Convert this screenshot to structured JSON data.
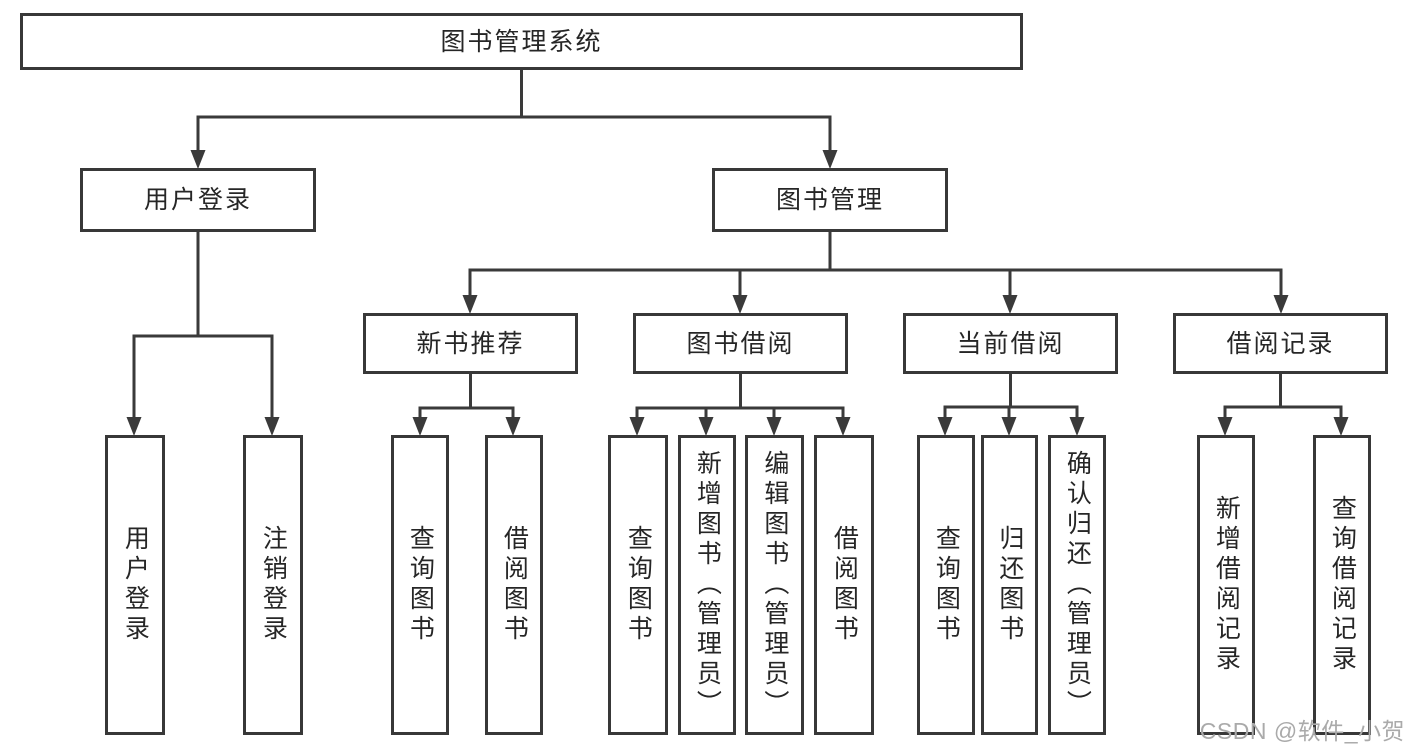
{
  "diagram": {
    "root": {
      "label": "图书管理系统"
    },
    "children": [
      {
        "label": "用户登录",
        "children": [
          {
            "label": "用户登录"
          },
          {
            "label": "注销登录"
          }
        ]
      },
      {
        "label": "图书管理",
        "children": [
          {
            "label": "新书推荐",
            "children": [
              {
                "label": "查询图书"
              },
              {
                "label": "借阅图书"
              }
            ]
          },
          {
            "label": "图书借阅",
            "children": [
              {
                "label": "查询图书"
              },
              {
                "label": "新增图书（管理员）"
              },
              {
                "label": "编辑图书（管理员）"
              },
              {
                "label": "借阅图书"
              }
            ]
          },
          {
            "label": "当前借阅",
            "children": [
              {
                "label": "查询图书"
              },
              {
                "label": "归还图书"
              },
              {
                "label": "确认归还（管理员）"
              }
            ]
          },
          {
            "label": "借阅记录",
            "children": [
              {
                "label": "新增借阅记录"
              },
              {
                "label": "查询借阅记录"
              }
            ]
          }
        ]
      }
    ]
  },
  "watermark": {
    "text": "CSDN @软件_小贺同学"
  },
  "colors": {
    "line": "#3a3a3a",
    "box_border": "#383838",
    "text": "#262626",
    "background": "#ffffff",
    "watermark": "#aaaaaa"
  }
}
